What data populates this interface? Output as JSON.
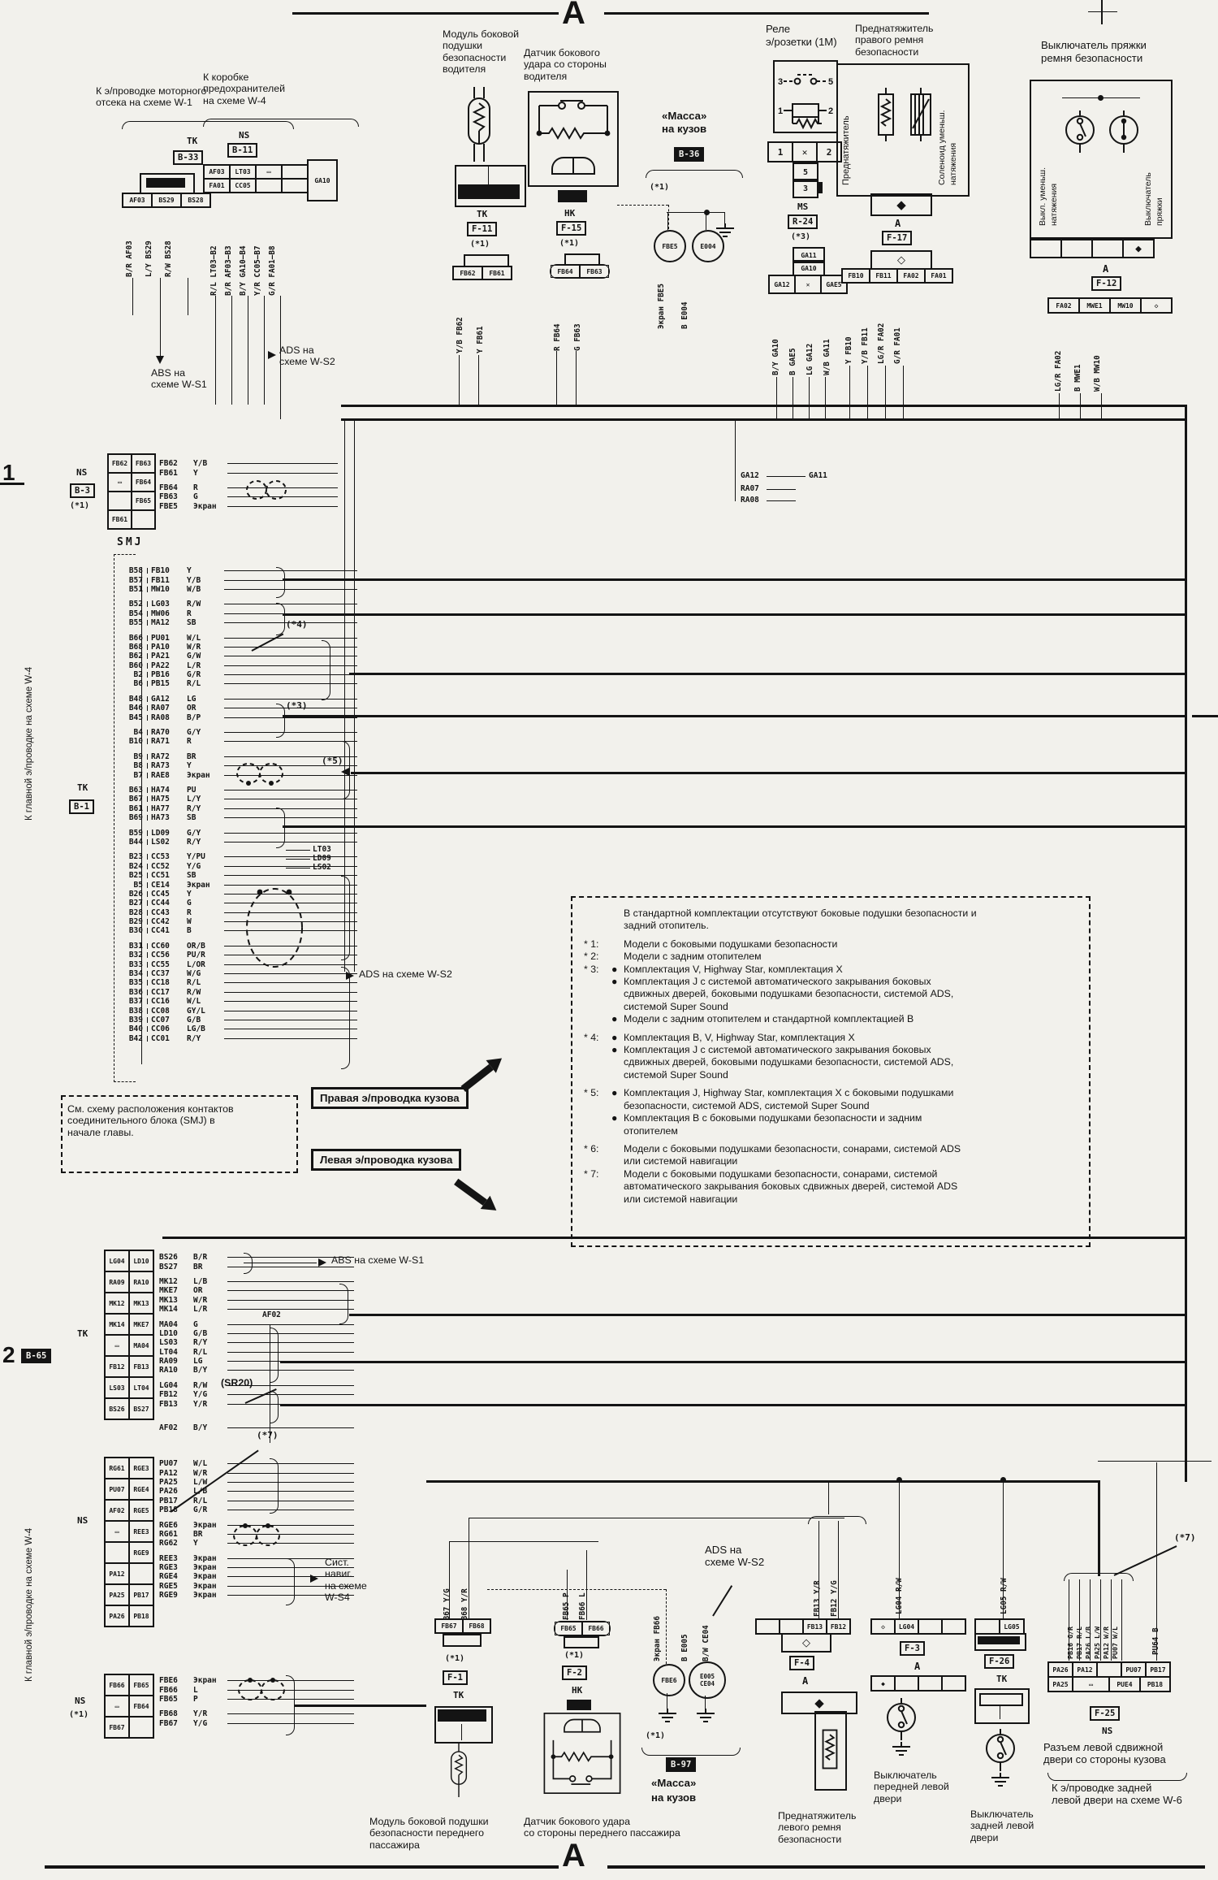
{
  "page": {
    "top_marker": "A",
    "bottom_marker": "A",
    "sec1": "1",
    "sec2": "2",
    "sec2_box": "B-65",
    "rail_label1": "К главной э/проводке на схеме W-4",
    "rail_label2": "К главной э/проводке на схеме W-4"
  },
  "top": {
    "engine": {
      "t1": "К э/проводке моторного",
      "t2": "отсека на схеме W-1",
      "ct": "ТК",
      "id": "B-33",
      "cells": [
        "AF03",
        "BS29",
        "BS28"
      ],
      "wires": [
        "B/R AF03",
        "L/Y BS29",
        "R/W BS28"
      ],
      "dest1": "ABS на",
      "dest2": "схеме W-S1"
    },
    "fuse": {
      "t": [
        "К коробке",
        "предохранителей",
        "на схеме W-4"
      ],
      "ct": "NS",
      "id": "B-11",
      "r1": [
        "AF03",
        "LT03",
        "▭",
        ""
      ],
      "r2": [
        "FA01",
        "CC05",
        "",
        ""
      ],
      "side": "GA10",
      "wires": [
        "R/L LT03—B2",
        "B/R AF03—B3",
        "B/Y GA10—B4",
        "Y/R CC05—B7",
        "G/R FA01—B8"
      ],
      "dest1": "ADS на",
      "dest2": "схеме W-S2"
    },
    "dmod": {
      "t": [
        "Модуль боковой",
        "подушки",
        "безопасности",
        "водителя"
      ],
      "ct": "ТК",
      "id": "F-11",
      "note": "(*1)",
      "cells": [
        "FB62",
        "FB61"
      ],
      "wires": [
        "Y/B FB62",
        "Y FB61"
      ]
    },
    "dsen": {
      "t": [
        "Датчик бокового",
        "удара со стороны",
        "водителя"
      ],
      "ct": "НК",
      "id": "F-15",
      "note": "(*1)",
      "cells": [
        "FB64",
        "FB63"
      ],
      "wires": [
        "R FB64",
        "G FB63"
      ]
    },
    "gnd": {
      "t1": "«Масса»",
      "t2": "на кузов",
      "id": "B-36",
      "note": "(*1)",
      "c1": "FBE5",
      "c2": "E004",
      "wires": [
        "Экран FBE5",
        "B E004"
      ]
    },
    "relay": {
      "t1": "Реле",
      "t2": "э/розетки (1М)",
      "p3": "3",
      "p5": "5",
      "p1": "1",
      "p2": "2",
      "row1": [
        "1",
        "✕",
        "2"
      ],
      "c5": "5",
      "c3": "3",
      "ct": "MS",
      "id": "R-24",
      "note": "(*3)",
      "s1": "GA11",
      "s2": "GA10",
      "row2": [
        "GA12",
        "✕",
        "GAE5"
      ],
      "wires": [
        "B/Y GA10",
        "B GAE5",
        "LG GA12",
        "W/B GA11"
      ]
    },
    "rpret": {
      "t": [
        "Преднатяжитель",
        "правого ремня",
        "безопасности"
      ],
      "inner_l": "Преднатяжитель",
      "inner_r1": "Соленоид уменьш.",
      "inner_r2": "натяжения",
      "ct": "A",
      "id": "F-17",
      "diamond_black": "◆",
      "diamond_white": "◇",
      "cells": [
        "FB10",
        "FB11",
        "FA02",
        "FA01"
      ],
      "wires": [
        "Y FB10",
        "Y/B FB11",
        "LG/R FA02",
        "G/R FA01"
      ]
    },
    "buckle": {
      "t1": "Выключатель пряжки",
      "t2": "ремня безопасности",
      "l1": "Выкл. уменьш.",
      "l2": "натяжения",
      "r1": "Выключатель",
      "r2": "пряжки",
      "ct": "A",
      "id": "F-12",
      "row1": [
        "",
        "",
        "",
        "◆"
      ],
      "cells": [
        "FA02",
        "MWE1",
        "MW10",
        "◇"
      ],
      "wires": [
        "LG/R FA02",
        "B MWE1",
        "W/B MW10"
      ]
    }
  },
  "mid": {
    "nsb3": {
      "ct": "NS",
      "id": "B-3",
      "note": "(*1)",
      "cells": [
        "FB62",
        "FB63",
        "▭",
        "FB64",
        "",
        "FB65",
        "FB61",
        ""
      ],
      "rows": [
        {
          "c": "FB62",
          "k": "Y/B",
          "g": ""
        },
        {
          "c": "FB61",
          "k": "Y",
          "g": ""
        },
        {
          "c": "FB64",
          "k": "R",
          "g": "1"
        },
        {
          "c": "FB63",
          "k": "G",
          "g": ""
        },
        {
          "c": "FBE5",
          "k": "Экран",
          "g": ""
        }
      ]
    },
    "smj": {
      "label": "SMJ",
      "ct": "ТК",
      "id": "B-1",
      "a3": "(*3)",
      "a4": "(*4)",
      "a5": "(*5)",
      "ads": "ADS на схеме W-S2",
      "links": [
        "LT03",
        "LD09",
        "LS02"
      ],
      "jx": [
        "GA12",
        "GA11",
        "RA07",
        "RA08"
      ],
      "rows": [
        {
          "p": "B58",
          "c": "FB10",
          "k": "Y",
          "g": ""
        },
        {
          "p": "B57",
          "c": "FB11",
          "k": "Y/B",
          "g": ""
        },
        {
          "p": "B51",
          "c": "MW10",
          "k": "W/B",
          "g": ""
        },
        {
          "p": "B52",
          "c": "LG03",
          "k": "R/W",
          "g": "1"
        },
        {
          "p": "B54",
          "c": "MW06",
          "k": "R",
          "g": ""
        },
        {
          "p": "B55",
          "c": "MA12",
          "k": "SB",
          "g": ""
        },
        {
          "p": "B66",
          "c": "PU01",
          "k": "W/L",
          "g": "1"
        },
        {
          "p": "B68",
          "c": "PA10",
          "k": "W/R",
          "g": ""
        },
        {
          "p": "B62",
          "c": "PA21",
          "k": "G/W",
          "g": ""
        },
        {
          "p": "B60",
          "c": "PA22",
          "k": "L/R",
          "g": ""
        },
        {
          "p": "B2",
          "c": "PB16",
          "k": "G/R",
          "g": ""
        },
        {
          "p": "B6",
          "c": "PB15",
          "k": "R/L",
          "g": ""
        },
        {
          "p": "B48",
          "c": "GA12",
          "k": "LG",
          "g": "1"
        },
        {
          "p": "B46",
          "c": "RA07",
          "k": "OR",
          "g": ""
        },
        {
          "p": "B45",
          "c": "RA08",
          "k": "B/P",
          "g": ""
        },
        {
          "p": "B4",
          "c": "RA70",
          "k": "G/Y",
          "g": "1"
        },
        {
          "p": "B10",
          "c": "RA71",
          "k": "R",
          "g": ""
        },
        {
          "p": "B9",
          "c": "RA72",
          "k": "BR",
          "g": "1"
        },
        {
          "p": "B8",
          "c": "RA73",
          "k": "Y",
          "g": ""
        },
        {
          "p": "B7",
          "c": "RAE8",
          "k": "Экран",
          "g": ""
        },
        {
          "p": "B63",
          "c": "HA74",
          "k": "PU",
          "g": "1"
        },
        {
          "p": "B67",
          "c": "HA75",
          "k": "L/Y",
          "g": ""
        },
        {
          "p": "B61",
          "c": "HA77",
          "k": "R/Y",
          "g": ""
        },
        {
          "p": "B69",
          "c": "HA73",
          "k": "SB",
          "g": ""
        },
        {
          "p": "B59",
          "c": "LD09",
          "k": "G/Y",
          "g": "1"
        },
        {
          "p": "B44",
          "c": "LS02",
          "k": "R/Y",
          "g": ""
        },
        {
          "p": "B23",
          "c": "CC53",
          "k": "Y/PU",
          "g": "1"
        },
        {
          "p": "B24",
          "c": "CC52",
          "k": "Y/G",
          "g": ""
        },
        {
          "p": "B25",
          "c": "CC51",
          "k": "SB",
          "g": ""
        },
        {
          "p": "B5",
          "c": "CE14",
          "k": "Экран",
          "g": ""
        },
        {
          "p": "B26",
          "c": "CC45",
          "k": "Y",
          "g": ""
        },
        {
          "p": "B27",
          "c": "CC44",
          "k": "G",
          "g": ""
        },
        {
          "p": "B28",
          "c": "CC43",
          "k": "R",
          "g": ""
        },
        {
          "p": "B29",
          "c": "CC42",
          "k": "W",
          "g": ""
        },
        {
          "p": "B30",
          "c": "CC41",
          "k": "B",
          "g": ""
        },
        {
          "p": "B31",
          "c": "CC60",
          "k": "OR/B",
          "g": "1"
        },
        {
          "p": "B32",
          "c": "CC56",
          "k": "PU/R",
          "g": ""
        },
        {
          "p": "B33",
          "c": "CC55",
          "k": "L/OR",
          "g": ""
        },
        {
          "p": "B34",
          "c": "CC37",
          "k": "W/G",
          "g": ""
        },
        {
          "p": "B35",
          "c": "CC18",
          "k": "R/L",
          "g": ""
        },
        {
          "p": "B36",
          "c": "CC17",
          "k": "R/W",
          "g": ""
        },
        {
          "p": "B37",
          "c": "CC16",
          "k": "W/L",
          "g": ""
        },
        {
          "p": "B38",
          "c": "CC08",
          "k": "GY/L",
          "g": ""
        },
        {
          "p": "B39",
          "c": "CC07",
          "k": "G/B",
          "g": ""
        },
        {
          "p": "B40",
          "c": "CC06",
          "k": "LG/B",
          "g": ""
        },
        {
          "p": "B42",
          "c": "CC01",
          "k": "R/Y",
          "g": ""
        }
      ]
    },
    "smj_note": [
      "См. схему расположения контактов",
      "соединительного блока (SMJ) в",
      "начале главы."
    ],
    "right_body": "Правая э/проводка кузова",
    "left_body": "Левая э/проводка кузова"
  },
  "notes": {
    "lines": [
      {
        "k": "",
        "bu": "",
        "t": "В стандартной комплектации отсутствуют боковые подушки безопасности и",
        "g": ""
      },
      {
        "k": "",
        "bu": "",
        "t": "задний отопитель.",
        "g": ""
      },
      {
        "k": "* 1:",
        "bu": "",
        "t": "Модели с боковыми подушками безопасности",
        "g": "1"
      },
      {
        "k": "* 2:",
        "bu": "",
        "t": "Модели с задним отопителем",
        "g": ""
      },
      {
        "k": "* 3:",
        "bu": "●",
        "t": "Комплектация V, Highway Star, комплектация X",
        "g": ""
      },
      {
        "k": "",
        "bu": "●",
        "t": "Комплектация J с системой автоматического закрывания боковых",
        "g": ""
      },
      {
        "k": "",
        "bu": "",
        "t": "сдвижных дверей, боковыми подушками безопасности, системой ADS,",
        "g": ""
      },
      {
        "k": "",
        "bu": "",
        "t": "системой Super Sound",
        "g": ""
      },
      {
        "k": "",
        "bu": "●",
        "t": "Модели с задним отопителем и стандартной комплектацией B",
        "g": ""
      },
      {
        "k": "* 4:",
        "bu": "●",
        "t": "Комплектация B, V, Highway Star, комплектация X",
        "g": "1"
      },
      {
        "k": "",
        "bu": "●",
        "t": "Комплектация J с системой автоматического закрывания боковых",
        "g": ""
      },
      {
        "k": "",
        "bu": "",
        "t": "сдвижных дверей, боковыми подушками безопасности, системой ADS,",
        "g": ""
      },
      {
        "k": "",
        "bu": "",
        "t": "системой Super Sound",
        "g": ""
      },
      {
        "k": "* 5:",
        "bu": "●",
        "t": "Комплектация J, Highway Star, комплектация X с боковыми подушками",
        "g": "1"
      },
      {
        "k": "",
        "bu": "",
        "t": "безопасности, системой ADS, системой Super Sound",
        "g": ""
      },
      {
        "k": "",
        "bu": "●",
        "t": "Комплектация B с боковыми подушками безопасности и задним",
        "g": ""
      },
      {
        "k": "",
        "bu": "",
        "t": "отопителем",
        "g": ""
      },
      {
        "k": "* 6:",
        "bu": "",
        "t": "Модели с боковыми подушками безопасности, сонарами, системой ADS",
        "g": "1"
      },
      {
        "k": "",
        "bu": "",
        "t": "или системой навигации",
        "g": ""
      },
      {
        "k": "* 7:",
        "bu": "",
        "t": "Модели с боковыми подушками безопасности, сонарами, системой",
        "g": ""
      },
      {
        "k": "",
        "bu": "",
        "t": "автоматического закрывания боковых сдвижных дверей, системой ADS",
        "g": ""
      },
      {
        "k": "",
        "bu": "",
        "t": "или системой навигации",
        "g": ""
      }
    ]
  },
  "bottom": {
    "tk": {
      "ct": "ТК",
      "abs": "ABS на схеме W-S1",
      "af02": "AF02",
      "sr20": "(SR20)",
      "a7": "(*7)",
      "cells": [
        "LG04",
        "LD10",
        "RA09",
        "RA10",
        "MK12",
        "MK13",
        "MK14",
        "MKE7",
        "▭",
        "MA04",
        "FB12",
        "FB13",
        "LS03",
        "LT04",
        "BS26",
        "BS27"
      ],
      "rows": [
        {
          "c": "BS26",
          "k": "B/R",
          "g": ""
        },
        {
          "c": "BS27",
          "k": "BR",
          "g": ""
        },
        {
          "c": "MK12",
          "k": "L/B",
          "g": "1"
        },
        {
          "c": "MKE7",
          "k": "OR",
          "g": ""
        },
        {
          "c": "MK13",
          "k": "W/R",
          "g": ""
        },
        {
          "c": "MK14",
          "k": "L/R",
          "g": ""
        },
        {
          "c": "MA04",
          "k": "G",
          "g": "1"
        },
        {
          "c": "LD10",
          "k": "G/B",
          "g": ""
        },
        {
          "c": "LS03",
          "k": "R/Y",
          "g": ""
        },
        {
          "c": "LT04",
          "k": "R/L",
          "g": ""
        },
        {
          "c": "RA09",
          "k": "LG",
          "g": ""
        },
        {
          "c": "RA10",
          "k": "B/Y",
          "g": ""
        },
        {
          "c": "LG04",
          "k": "R/W",
          "g": "1"
        },
        {
          "c": "FB12",
          "k": "Y/G",
          "g": ""
        },
        {
          "c": "FB13",
          "k": "Y/R",
          "g": ""
        },
        {
          "c": "AF02",
          "k": "B/Y",
          "g": "2"
        }
      ]
    },
    "ns": {
      "ct": "NS",
      "cells": [
        "RG61",
        "RGE3",
        "PU07",
        "RGE4",
        "AF02",
        "RGE5",
        "▭",
        "REE3",
        "",
        "RGE9",
        "PA12",
        "",
        "PA25",
        "PB17",
        "PA26",
        "PB18"
      ],
      "nav": [
        "Сист.",
        "навиг.",
        "на схеме",
        "W-S4"
      ],
      "rows": [
        {
          "c": "PU07",
          "k": "W/L",
          "g": ""
        },
        {
          "c": "PA12",
          "k": "W/R",
          "g": ""
        },
        {
          "c": "PA25",
          "k": "L/W",
          "g": ""
        },
        {
          "c": "PA26",
          "k": "L/B",
          "g": ""
        },
        {
          "c": "PB17",
          "k": "R/L",
          "g": ""
        },
        {
          "c": "PB18",
          "k": "G/R",
          "g": ""
        },
        {
          "c": "RGE6",
          "k": "Экран",
          "g": "1"
        },
        {
          "c": "RG61",
          "k": "BR",
          "g": ""
        },
        {
          "c": "RG62",
          "k": "Y",
          "g": ""
        },
        {
          "c": "REE3",
          "k": "Экран",
          "g": "1"
        },
        {
          "c": "RGE3",
          "k": "Экран",
          "g": ""
        },
        {
          "c": "RGE4",
          "k": "Экран",
          "g": ""
        },
        {
          "c": "RGE5",
          "k": "Экран",
          "g": ""
        },
        {
          "c": "RGE9",
          "k": "Экран",
          "g": ""
        }
      ]
    },
    "ns1": {
      "ct": "NS",
      "note": "(*1)",
      "cells": [
        "FB66",
        "FB65",
        "▭",
        "FB64",
        "FB67",
        ""
      ],
      "rows": [
        {
          "c": "FBE6",
          "k": "Экран",
          "g": ""
        },
        {
          "c": "FB66",
          "k": "L",
          "g": ""
        },
        {
          "c": "FB65",
          "k": "P",
          "g": ""
        },
        {
          "c": "FB68",
          "k": "Y/R",
          "g": "1"
        },
        {
          "c": "FB67",
          "k": "Y/G",
          "g": ""
        }
      ]
    },
    "pmod": {
      "wires": [
        "FB67 Y/G",
        "FB68 Y/R"
      ],
      "cells": [
        "FB67",
        "FB68"
      ],
      "note": "(*1)",
      "id": "F-1",
      "ct": "ТК",
      "t": [
        "Модуль боковой подушки",
        "безопасности переднего",
        "пассажира"
      ]
    },
    "psen": {
      "wires": [
        "FB65 P",
        "FB66 L"
      ],
      "cells": [
        "FB65",
        "FB66"
      ],
      "note": "(*1)",
      "id": "F-2",
      "ct": "НК",
      "t": [
        "Датчик бокового удара",
        "со стороны переднего пассажира"
      ]
    },
    "gnd97": {
      "shield": "Экран FB66",
      "w1": "B E005",
      "w2": "B/W CE04",
      "c1": "FBE6",
      "c2a": "E005",
      "c2b": "CE04",
      "note": "(*1)",
      "id": "B-97",
      "t1": "«Масса»",
      "t2": "на кузов",
      "ads1": "ADS на",
      "ads2": "схеме W-S2"
    },
    "lpret": {
      "wires": [
        "FB13 Y/R",
        "FB12 Y/G"
      ],
      "cells": [
        "",
        "",
        "FB13",
        "FB12"
      ],
      "id": "F-4",
      "ct": "A",
      "dw": "◇",
      "db": "◆",
      "t": [
        "Преднатяжитель",
        "левого ремня",
        "безопасности"
      ]
    },
    "fdoor": {
      "wire": "LG04 R/W",
      "cells": [
        "◇",
        "LG04",
        "",
        ""
      ],
      "cells2": [
        "◆",
        "",
        "",
        ""
      ],
      "id": "F-3",
      "ct": "A",
      "t": [
        "Выключатель",
        "передней левой",
        "двери"
      ]
    },
    "rdoor": {
      "wire": "LG05 R/W",
      "cells": [
        "",
        "LG05"
      ],
      "id": "F-26",
      "ct": "ТК",
      "t": [
        "Выключатель",
        "задней левой",
        "двери"
      ]
    },
    "slide": {
      "a7": "(*7)",
      "w2": "PU64 B",
      "id": "F-25",
      "ct": "NS",
      "wires": [
        "PB16 G/R",
        "PB17 R/L",
        "PA26 L/B",
        "PA25 L/W",
        "PA12 W/R",
        "PU07 W/L"
      ],
      "r1": [
        "PA26",
        "PA12",
        "",
        "PU07",
        "PB17"
      ],
      "r2": [
        "PA25",
        "▭",
        "PUE4",
        "PB18"
      ],
      "t": [
        "Разъем левой сдвижной",
        "двери со стороны кузова"
      ],
      "d": [
        "К э/проводке задней",
        "левой двери на схеме W-6"
      ]
    }
  }
}
